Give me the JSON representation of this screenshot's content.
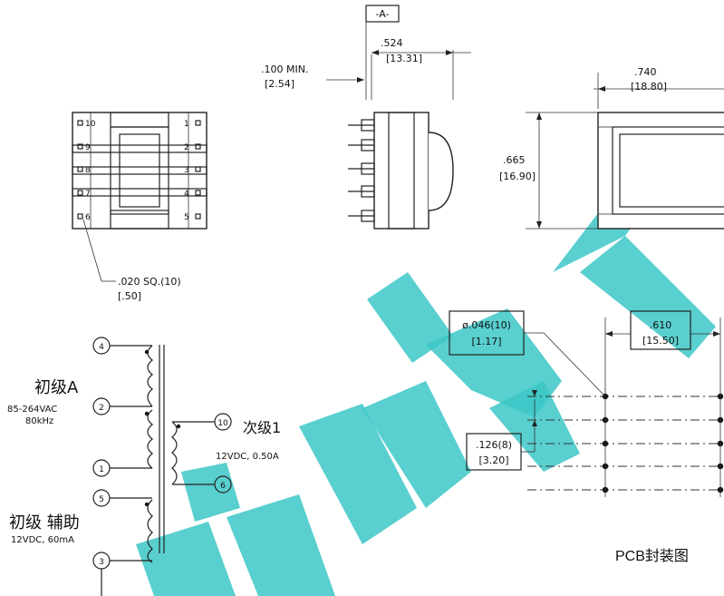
{
  "datum_label": "-A-",
  "side_view": {
    "lead_len_in": ".524",
    "lead_len_mm": "[13.31]",
    "standoff_in": ".100 MIN.",
    "standoff_mm": "[2.54]"
  },
  "front_view": {
    "width_in": ".740",
    "width_mm": "[18.80]",
    "height_in": ".665",
    "height_mm": "[16.90]"
  },
  "top_view": {
    "pins_left": [
      "10",
      "9",
      "8",
      "7",
      "6"
    ],
    "pins_right": [
      "1",
      "2",
      "3",
      "4",
      "5"
    ],
    "pin_size_in": ".020 SQ.(10)",
    "pin_size_mm": "[.50]"
  },
  "schematic": {
    "pins": [
      "4",
      "2",
      "1",
      "5",
      "3",
      "10",
      "6"
    ],
    "primary_a_label": "初级A",
    "primary_a_spec1": "85-264VAC",
    "primary_a_spec2": "80kHz",
    "aux_label": "初级 辅助",
    "aux_spec": "12VDC, 60mA",
    "secondary_label": "次级1",
    "secondary_spec": "12VDC, 0.50A"
  },
  "pcb": {
    "hole_dia_in": "ø.046(10)",
    "hole_dia_mm": "[1.17]",
    "pitch_in": ".126(8)",
    "pitch_mm": "[3.20]",
    "row_spacing_in": ".610",
    "row_spacing_mm": "[15.50]",
    "title": "PCB封装图"
  },
  "watermark_color": "#3cc7c7"
}
